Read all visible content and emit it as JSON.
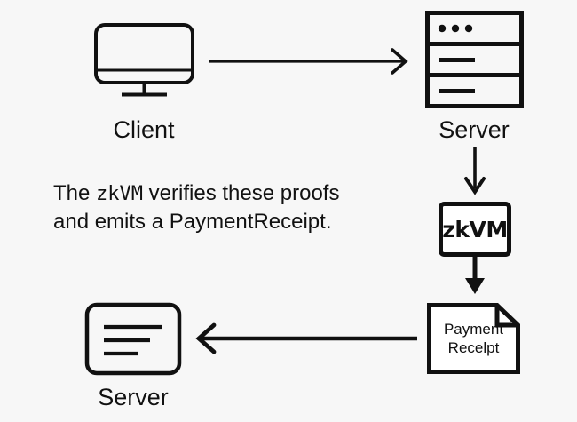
{
  "diagram": {
    "title": "zkVM payment receipt flow",
    "background_color": "#f7f7f7",
    "stroke_color": "#111111",
    "nodes": {
      "client": {
        "label": "Client",
        "icon": "desktop-monitor-icon"
      },
      "server_top": {
        "label": "Server",
        "icon": "server-rack-icon"
      },
      "zkvm": {
        "label": "zkVM",
        "icon": "process-box-icon"
      },
      "receipt": {
        "line1": "Payment",
        "line2": "Recelpt",
        "icon": "document-icon"
      },
      "server_bottom": {
        "label": "Server",
        "icon": "server-card-icon"
      }
    },
    "paragraph": {
      "line1_before": "The ",
      "line1_mono": "zkVM",
      "line1_after": " verifies these proofs",
      "line2": "and emits a PaymentReceipt."
    },
    "arrows": [
      {
        "name": "client-to-server",
        "direction": "right"
      },
      {
        "name": "server-to-zkvm",
        "direction": "down"
      },
      {
        "name": "zkvm-to-receipt",
        "direction": "down"
      },
      {
        "name": "receipt-to-server",
        "direction": "left"
      }
    ]
  }
}
